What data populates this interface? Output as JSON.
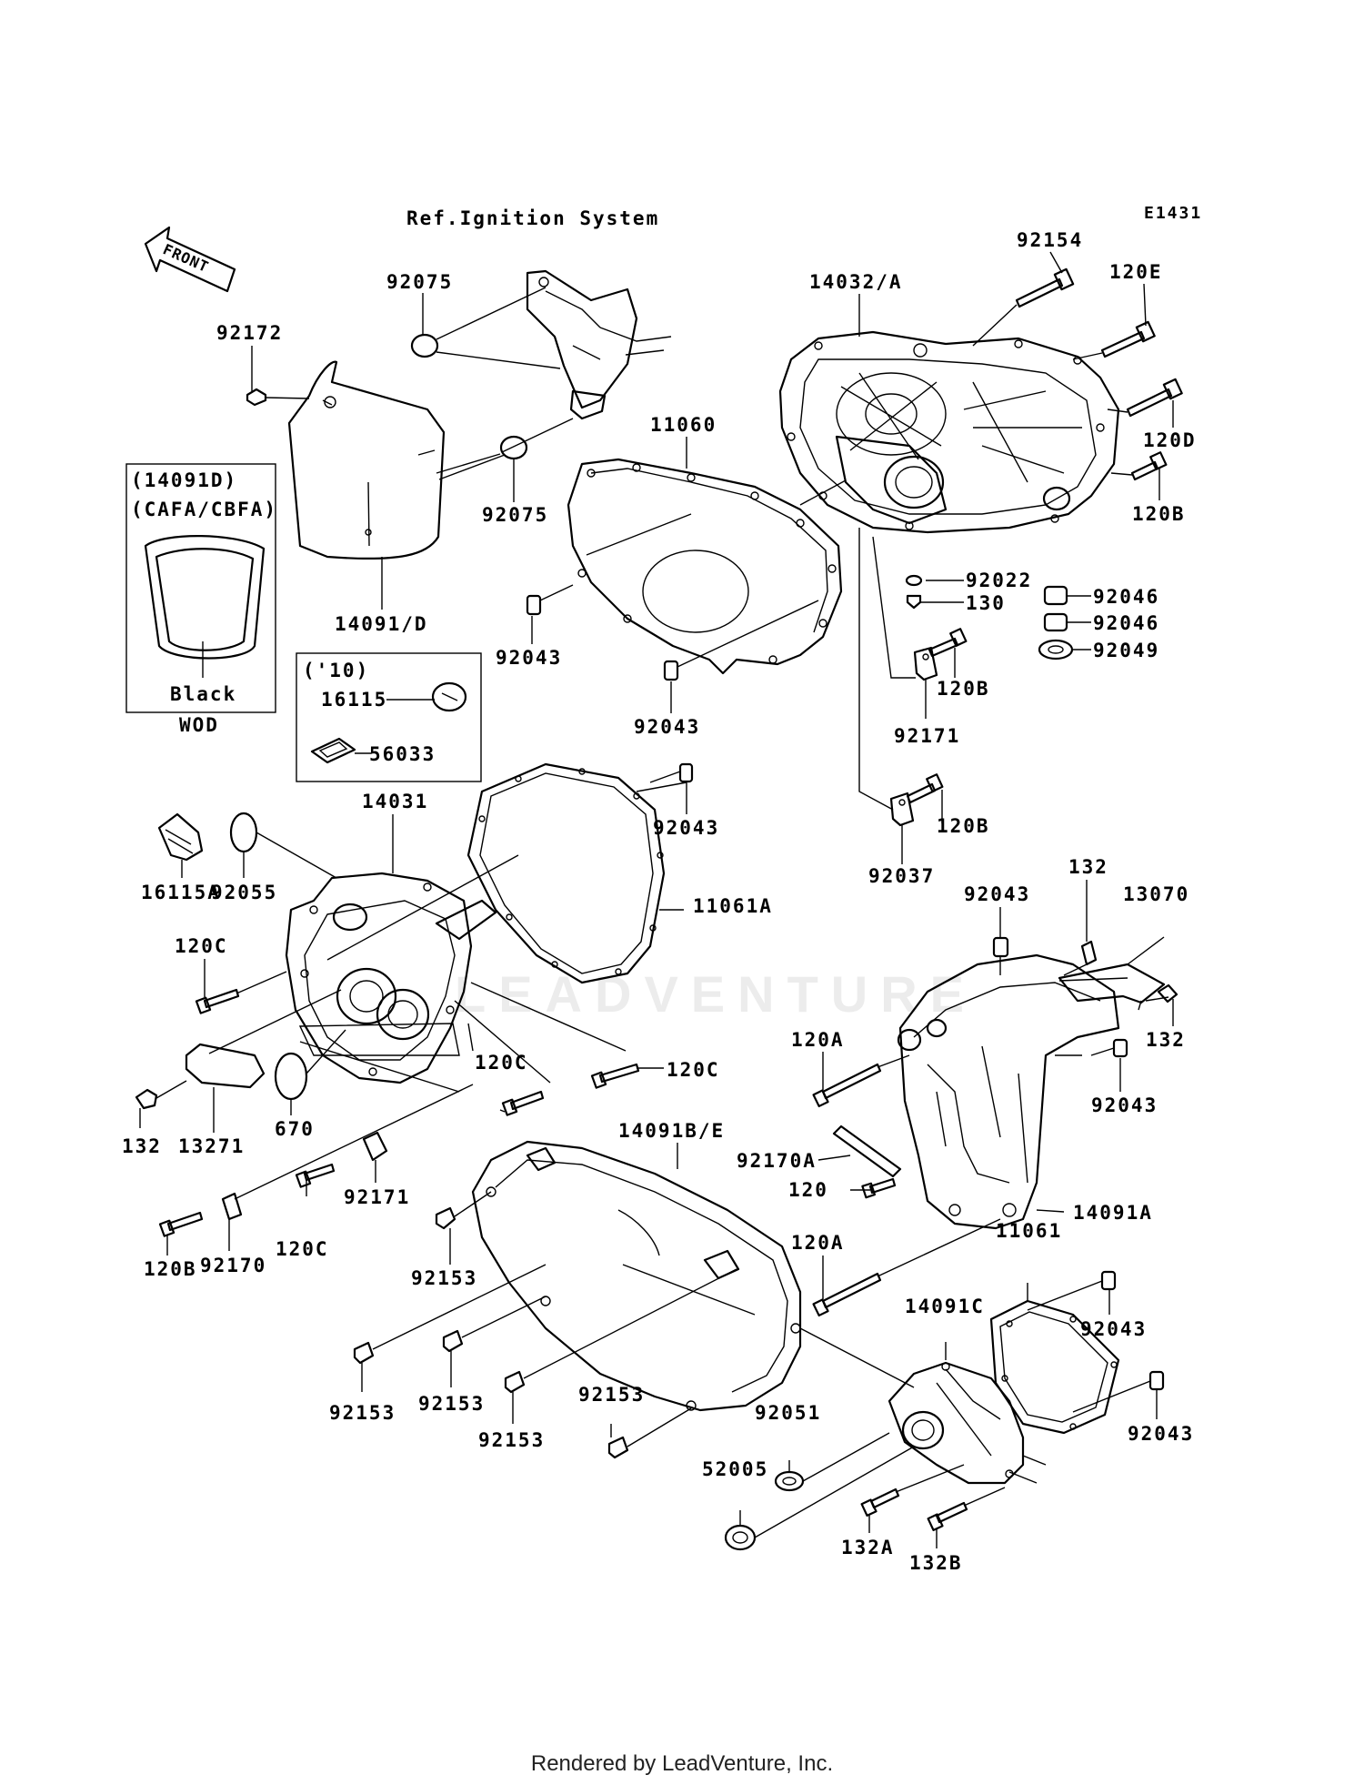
{
  "diagram_code": "E1431",
  "ref_note": "Ref.Ignition System",
  "front_arrow": "FRONT",
  "watermark": "LEADVENTURE",
  "footer": "Rendered by LeadVenture, Inc.",
  "inset_windshield": {
    "line1": "(14091D)",
    "line2": "(CAFA/CBFA)",
    "color_label": "Black",
    "code": "WOD"
  },
  "inset_2010": {
    "year": "('10)",
    "part_a": "16115",
    "part_b": "56033"
  },
  "labels": {
    "p92172": "92172",
    "p92075a": "92075",
    "p92075b": "92075",
    "p14091d": "14091/D",
    "p11060": "11060",
    "p14032": "14032/A",
    "p92154": "92154",
    "p120e": "120E",
    "p120d": "120D",
    "p120b1": "120B",
    "p92022": "92022",
    "p130": "130",
    "p92046a": "92046",
    "p92046b": "92046",
    "p92049": "92049",
    "p120b2": "120B",
    "p92171a": "92171",
    "p92043a": "92043",
    "p92043b": "92043",
    "p92043c": "92043",
    "p120b3": "120B",
    "p92037": "92037",
    "p14031": "14031",
    "p16115a": "16115A",
    "p92055": "92055",
    "p11061a": "11061A",
    "p120c1": "120C",
    "p120c2": "120C",
    "p120c3": "120C",
    "p120c4": "120C",
    "p132a": "132",
    "p13271": "13271",
    "p670": "670",
    "p92171b": "92171",
    "p120b4": "120B",
    "p92170": "92170",
    "p92043d": "92043",
    "p132b": "132",
    "p13070": "13070",
    "p132c": "132",
    "p120a1": "120A",
    "p92043e": "92043",
    "p14091be": "14091B/E",
    "p92170a": "92170A",
    "p120": "120",
    "p14091a": "14091A",
    "p120a2": "120A",
    "p92153a": "92153",
    "p92153b": "92153",
    "p92153c": "92153",
    "p92153d": "92153",
    "p92153e": "92153",
    "p11061": "11061",
    "p14091c": "14091C",
    "p92043f": "92043",
    "p92043g": "92043",
    "p92051": "92051",
    "p52005": "52005",
    "p132a2": "132A",
    "p132b2": "132B"
  }
}
